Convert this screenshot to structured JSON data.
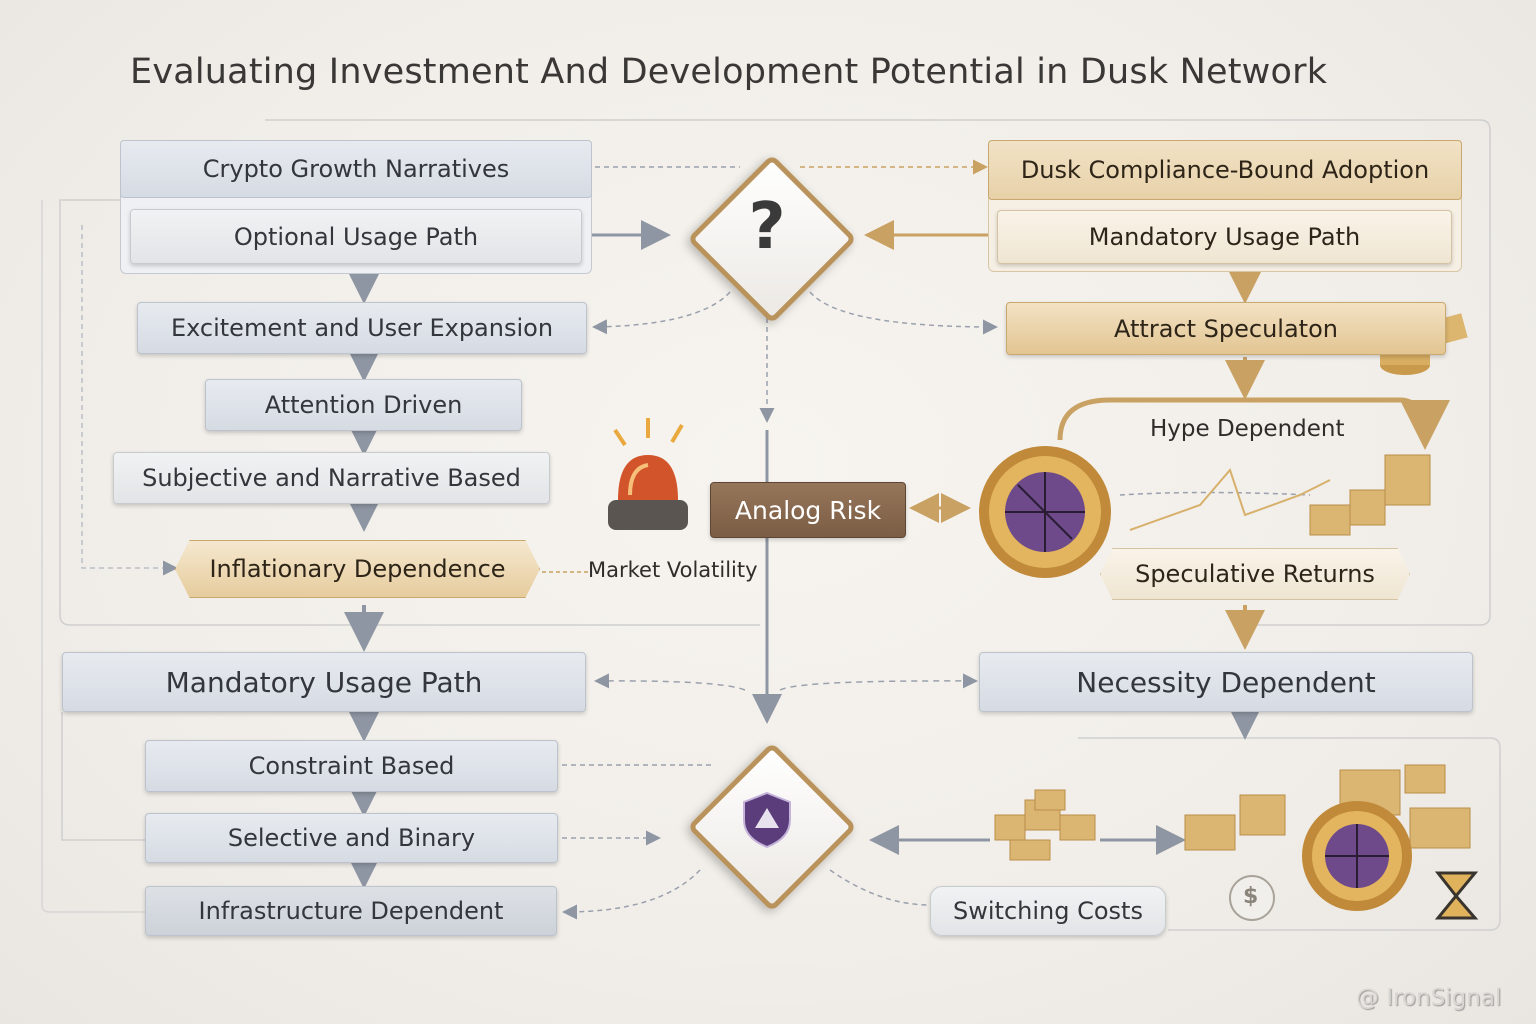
{
  "title": "Evaluating Investment And Development Potential in Dusk Network",
  "left_top": {
    "header": "Crypto Growth Narratives",
    "path": "Optional Usage Path",
    "steps": [
      "Excitement and User Expansion",
      "Attention Driven",
      "Subjective and Narrative Based"
    ],
    "outcome": "Inflationary Dependence"
  },
  "right_top": {
    "header": "Dusk Compliance-Bound Adoption",
    "path": "Mandatory Usage Path",
    "step": "Attract Speculaton",
    "hype": "Hype Dependent",
    "returns": "Speculative Returns"
  },
  "center": {
    "decision_symbol": "?",
    "risk": "Analog Risk",
    "volatility": "Market Volatility"
  },
  "left_bottom": {
    "header": "Mandatory Usage Path",
    "steps": [
      "Constraint Based",
      "Selective and Binary",
      "Infrastructure Dependent"
    ]
  },
  "right_bottom": {
    "header": "Necessity Dependent",
    "switching": "Switching Costs",
    "coin_symbol": "$"
  },
  "watermark": "@ IronSignal",
  "colors": {
    "gold": "#c9a86f",
    "gray": "#d6dbe3",
    "brown": "#7b5d45"
  }
}
